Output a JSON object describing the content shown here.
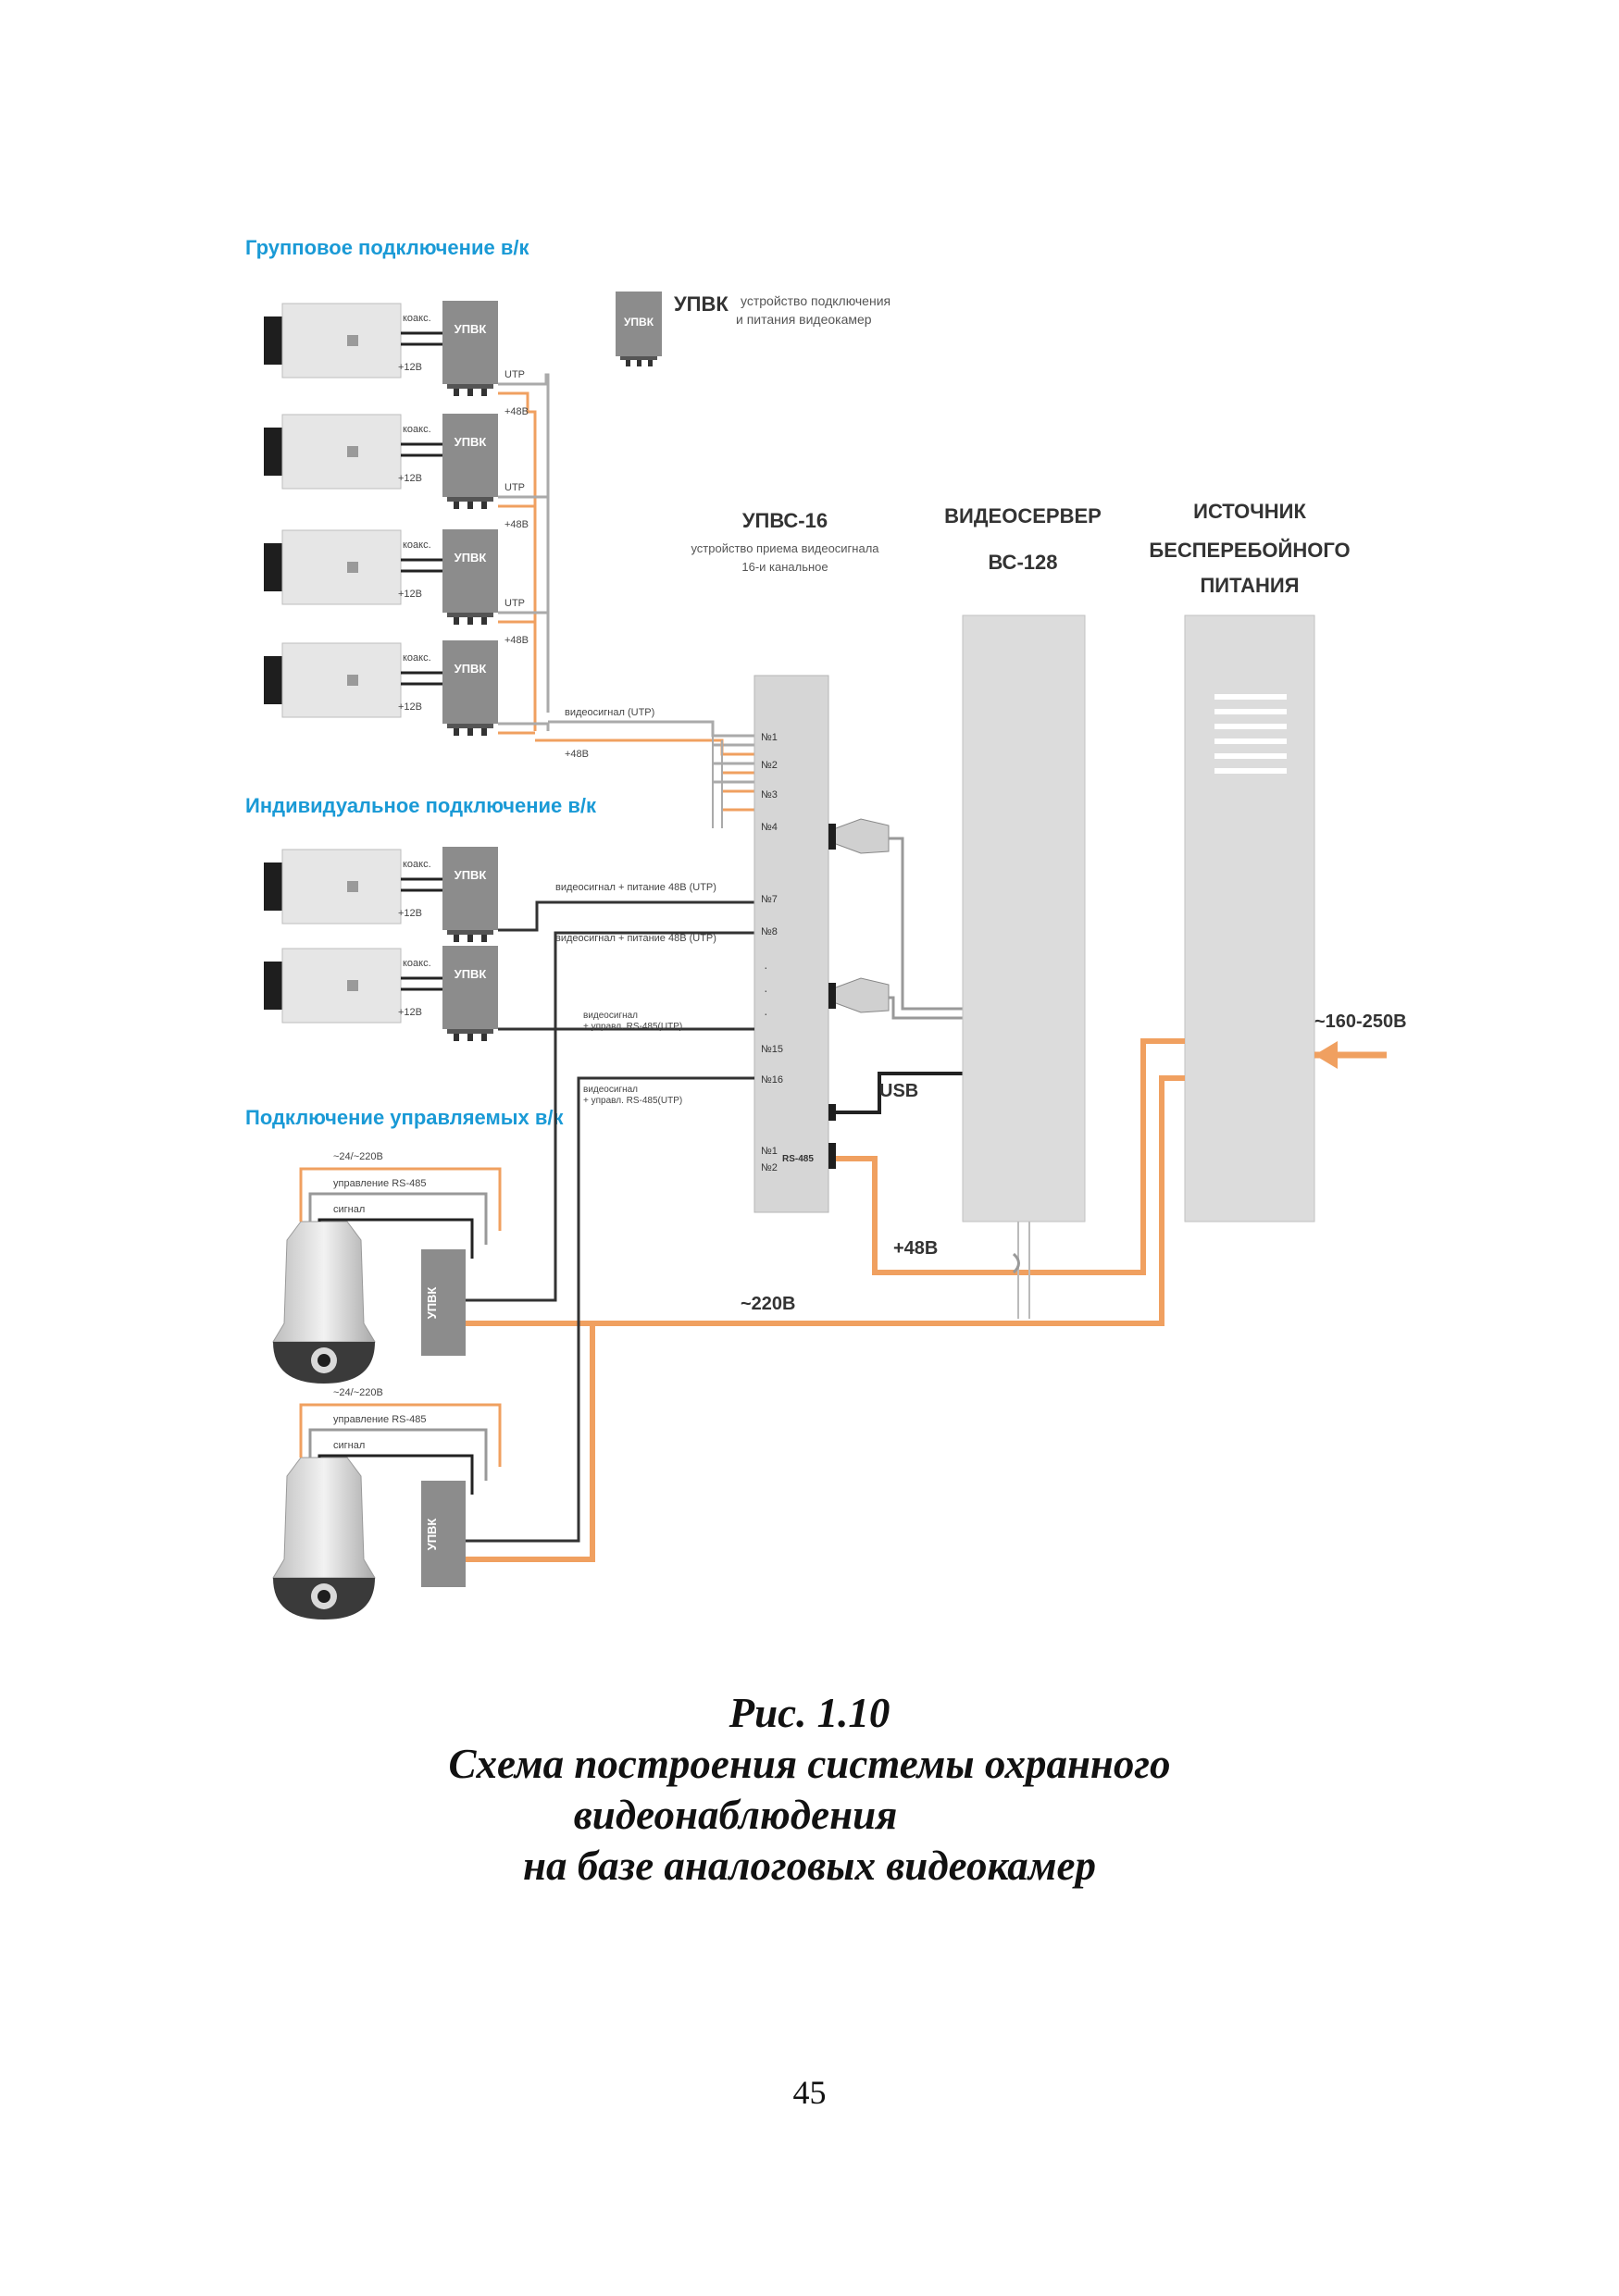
{
  "sections": {
    "group": "Групповое подключение в/к",
    "individual": "Индивидуальное подключение в/к",
    "controlled": "Подключение управляемых в/к"
  },
  "legend": {
    "box_label": "УПВК",
    "title": "УПВК",
    "desc_line1": "устройство подключения",
    "desc_line2": "и питания видеокамер"
  },
  "upvk_label": "УПВК",
  "camera_labels": {
    "coax": "коакс.",
    "v12": "+12В"
  },
  "group_labels": {
    "utp": "UTP",
    "v48": "+48В",
    "video_utp": "видеосигнал (UTP)"
  },
  "individual_labels": {
    "ch7": "видеосигнал + питание 48В (UTP)",
    "ch8": "видеосигнал + питание 48В (UTP)"
  },
  "controlled_labels": {
    "power": "~24/~220В",
    "rs485": "управление RS-485",
    "signal": "сигнал",
    "video1_l1": "видеосигнал",
    "video1_l2": "+ управл. RS-485(UTP)",
    "video2_l1": "видеосигнал",
    "video2_l2": "+ управл. RS-485(UTP)"
  },
  "upvs": {
    "title": "УПВС-16",
    "desc_line1": "устройство приема видеосигнала",
    "desc_line2": "16-и канальное",
    "ports": [
      "№1",
      "№2",
      "№3",
      "№4",
      "№7",
      "№8",
      "№15",
      "№16",
      "№1",
      "№2"
    ],
    "rs485": "RS-485"
  },
  "server": {
    "title_line1": "ВИДЕОСЕРВЕР",
    "title_line2": "ВС-128",
    "usb": "USB"
  },
  "ups": {
    "title_line1": "ИСТОЧНИК",
    "title_line2": "БЕСПЕРЕБОЙНОГО",
    "title_line3": "ПИТАНИЯ"
  },
  "power_labels": {
    "v48": "+48В",
    "v220": "~220В",
    "input": "~160-250В"
  },
  "colors": {
    "accent_blue": "#1a9ad6",
    "power_orange": "#f0a060",
    "device_gray": "#8c8c8c",
    "cabinet_gray": "#dcdcdc"
  },
  "caption": {
    "line1": "Рис. 1.10",
    "line2": "Схема построения системы охранного",
    "line3": "видеонаблюдения",
    "line4": "на базе аналоговых видеокамер"
  },
  "page_number": "45"
}
